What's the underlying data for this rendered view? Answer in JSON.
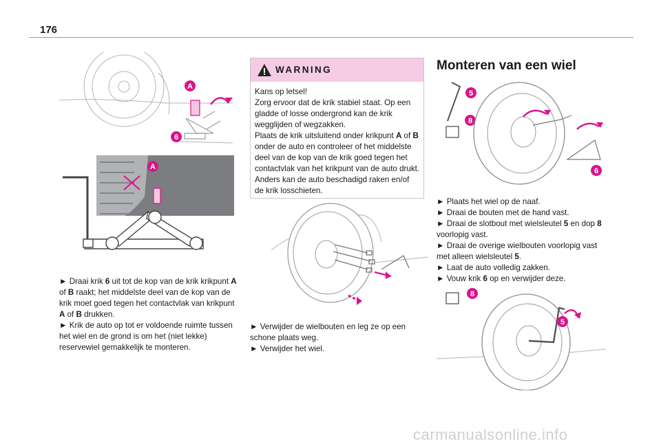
{
  "page": {
    "number": "176"
  },
  "col1": {
    "fig_top": {
      "callout_a": "A",
      "callout_6": "6"
    },
    "fig_bottom": {
      "callout_a": "A"
    },
    "p1": {
      "t1": "► Draai krik ",
      "b1": "6",
      "t2": " uit tot de kop van de krik krikpunt ",
      "b2": "A",
      "t3": " of ",
      "b3": "B",
      "t4": " raakt; het middelste deel van de kop van de krik moet goed tegen het contactvlak van krikpunt ",
      "b4": "A",
      "t5": " of ",
      "b5": "B",
      "t6": " drukken."
    },
    "p2": "► Krik de auto op tot er voldoende ruimte tussen het wiel en de grond is om het (niet lekke) reservewiel gemakkelijk te monteren."
  },
  "warning": {
    "title": "WARNING",
    "p1": "Kans op letsel!",
    "p2": "Zorg ervoor dat de krik stabiel staat. Op een gladde of losse ondergrond kan de krik wegglijden of wegzakken.",
    "p3": {
      "t1": "Plaats de krik uitsluitend onder krikpunt ",
      "b1": "A",
      "t2": " of ",
      "b2": "B",
      "t3": " onder de auto en controleer of het middelste deel van de kop van de krik goed tegen het contactvlak van het krikpunt van de auto drukt. Anders kan de auto beschadigd raken en/of de krik losschieten."
    }
  },
  "col2": {
    "b1": "► Verwijder de wielbouten en leg ze op een schone plaats weg.",
    "b2": "► Verwijder het wiel."
  },
  "col3": {
    "title": "Monteren van een wiel",
    "fig_top": {
      "callout_5": "5",
      "callout_8": "8",
      "callout_6": "6"
    },
    "b1": "► Plaats het wiel op de naaf.",
    "b2": "► Draai de bouten met de hand vast.",
    "b3": {
      "t1": "► Draai de slotbout met wielsleutel ",
      "b1": "5",
      "t2": " en dop ",
      "b2": "8",
      "t3": " voorlopig vast."
    },
    "b4": {
      "t1": "► Draai de overige wielbouten voorlopig vast met alleen wielsleutel ",
      "b1": "5",
      "t2": "."
    },
    "b5": "► Laat de auto volledig zakken.",
    "b6": {
      "t1": "► Vouw krik ",
      "b1": "6",
      "t2": " op en verwijder deze."
    },
    "fig_bottom": {
      "callout_8": "8",
      "callout_5": "5"
    }
  },
  "watermark": "carmanualsonline.info",
  "colors": {
    "accent": "#d9148a",
    "warning_header": "#f6cbe6",
    "warning_triangle": "#222222"
  },
  "icons": {
    "warning": "warning-triangle-icon"
  }
}
